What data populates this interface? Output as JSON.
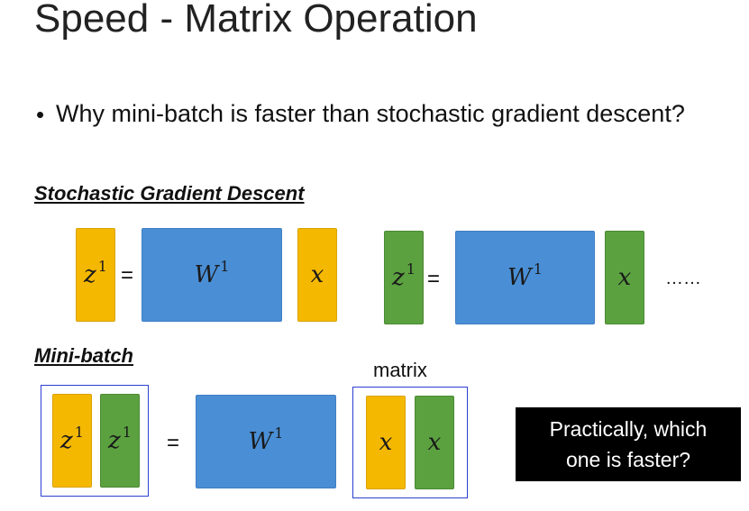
{
  "slide": {
    "title": "Speed - Matrix Operation",
    "bullet": {
      "symbol": "•",
      "text": "Why mini-batch is faster than stochastic gradient descent?"
    },
    "sgd": {
      "heading": "Stochastic Gradient Descent",
      "equations": [
        {
          "z": "z",
          "z_sup": "1",
          "eq": "=",
          "w": "W",
          "w_sup": "1",
          "x": "x",
          "color": "#f5b800"
        },
        {
          "z": "z",
          "z_sup": "1",
          "eq": "=",
          "w": "W",
          "w_sup": "1",
          "x": "x",
          "color": "#5ba140"
        }
      ],
      "ellipsis": "……"
    },
    "minibatch": {
      "heading": "Mini-batch",
      "matrix_label": "matrix",
      "z": "z",
      "z_sup": "1",
      "eq": "=",
      "w": "W",
      "w_sup": "1",
      "x": "x"
    },
    "callout": {
      "line1": "Practically, which",
      "line2": "one is faster?"
    },
    "colors": {
      "yellow": "#f5b800",
      "green": "#5ba140",
      "blue": "#4a8fd6",
      "frame": "#2c3fd0",
      "callout_bg": "#000000"
    }
  }
}
